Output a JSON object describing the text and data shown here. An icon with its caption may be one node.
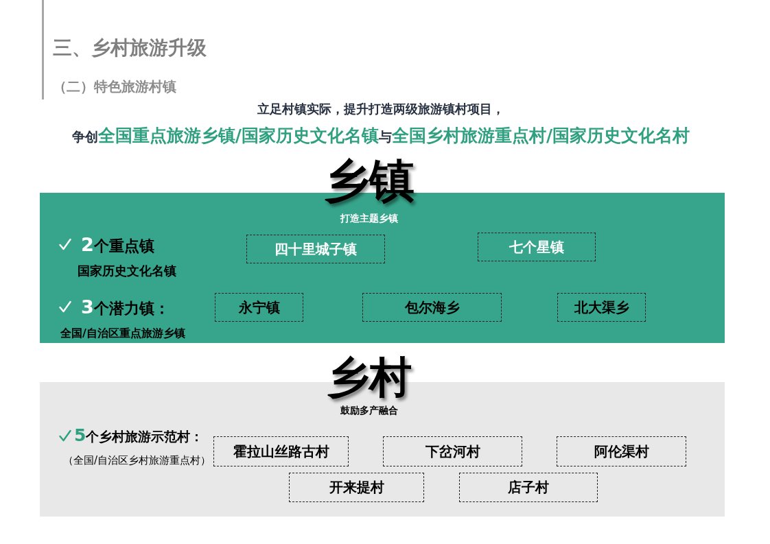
{
  "diagram": {
    "title": "三、乡村旅游升级",
    "nodes": [
      {
        "text": [
          "乡镇",
          "打造主题乡镇"
        ]
      },
      {
        "text": [
          "四十里城子镇"
        ],
        "in": 0
      },
      {
        "text": [
          "七个星镇"
        ],
        "in": 0
      },
      {
        "text": [
          "永宁镇"
        ],
        "in": 0
      },
      {
        "text": [
          "包尔海乡"
        ],
        "in": 0
      },
      {
        "text": [
          "北大渠乡"
        ],
        "in": 0
      },
      {
        "text": [
          "乡村",
          "鼓励多产融合"
        ]
      },
      {
        "text": [
          "霍拉山丝路古村"
        ],
        "in": 6
      },
      {
        "text": [
          "下岔河村"
        ],
        "in": 6
      },
      {
        "text": [
          "阿伦渠村"
        ],
        "in": 6
      },
      {
        "text": [
          "开来提村"
        ],
        "in": 6
      },
      {
        "text": [
          "店子村"
        ],
        "in": 6
      }
    ],
    "labels": [
      "（二）特色旅游村镇",
      "立足村镇实际，提升打造两级旅游镇村项目，",
      "争创**全国重点旅游乡镇/国家历史文化名镇**与**全国乡村旅游重点村/国家历史文化名村**",
      "**2**个重点镇",
      "国家历史文化名镇",
      "**3**个潜力镇：",
      "全国/自治区重点旅游乡镇",
      "**5**个乡村旅游示范村：",
      "（全国/自治区乡村旅游重点村）"
    ]
  }
}
